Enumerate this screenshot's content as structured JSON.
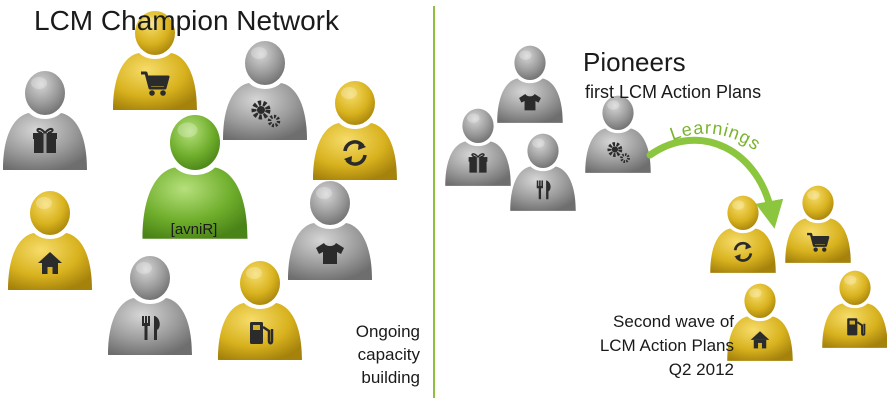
{
  "title": "LCM Champion Network",
  "center_label": "[avniR]",
  "ongoing_text": [
    "Ongoing",
    "capacity",
    "building"
  ],
  "pioneers": {
    "title": "Pioneers",
    "subtitle": "first LCM Action Plans"
  },
  "arrow_label": "Learnings",
  "second_wave_text": [
    "Second wave of",
    "LCM Action Plans",
    "Q2 2012"
  ],
  "colors": {
    "gray": "#9a9a9a",
    "gold": "#d8b21e",
    "green": "#6fae2c",
    "divider": "#8fbf3c",
    "arrow": "#8cc63f"
  },
  "figures": {
    "left": [
      {
        "id": "gift-gray",
        "color": "gray",
        "icon": "gift-icon"
      },
      {
        "id": "cart-gold",
        "color": "gold",
        "icon": "cart-icon"
      },
      {
        "id": "gears-gray",
        "color": "gray",
        "icon": "gears-icon"
      },
      {
        "id": "recycle-gold",
        "color": "gold",
        "icon": "recycle-icon"
      },
      {
        "id": "center-green",
        "color": "green",
        "icon": ""
      },
      {
        "id": "home-gold",
        "color": "gold",
        "icon": "home-icon"
      },
      {
        "id": "shirt-gray",
        "color": "gray",
        "icon": "shirt-icon"
      },
      {
        "id": "cutlery-gray",
        "color": "gray",
        "icon": "cutlery-icon"
      },
      {
        "id": "fuel-gold",
        "color": "gold",
        "icon": "fuel-icon"
      }
    ],
    "pioneers": [
      {
        "id": "gift-gray-small",
        "color": "gray",
        "icon": "gift-icon"
      },
      {
        "id": "shirt-gray-small",
        "color": "gray",
        "icon": "shirt-icon"
      },
      {
        "id": "cutlery-gray-small",
        "color": "gray",
        "icon": "cutlery-icon"
      },
      {
        "id": "gears-gray-small",
        "color": "gray",
        "icon": "gears-icon"
      }
    ],
    "second_wave": [
      {
        "id": "recycle-gold-small",
        "color": "gold",
        "icon": "recycle-icon"
      },
      {
        "id": "cart-gold-small",
        "color": "gold",
        "icon": "cart-icon"
      },
      {
        "id": "home-gold-small",
        "color": "gold",
        "icon": "home-icon"
      },
      {
        "id": "fuel-gold-small",
        "color": "gold",
        "icon": "fuel-icon"
      }
    ]
  }
}
